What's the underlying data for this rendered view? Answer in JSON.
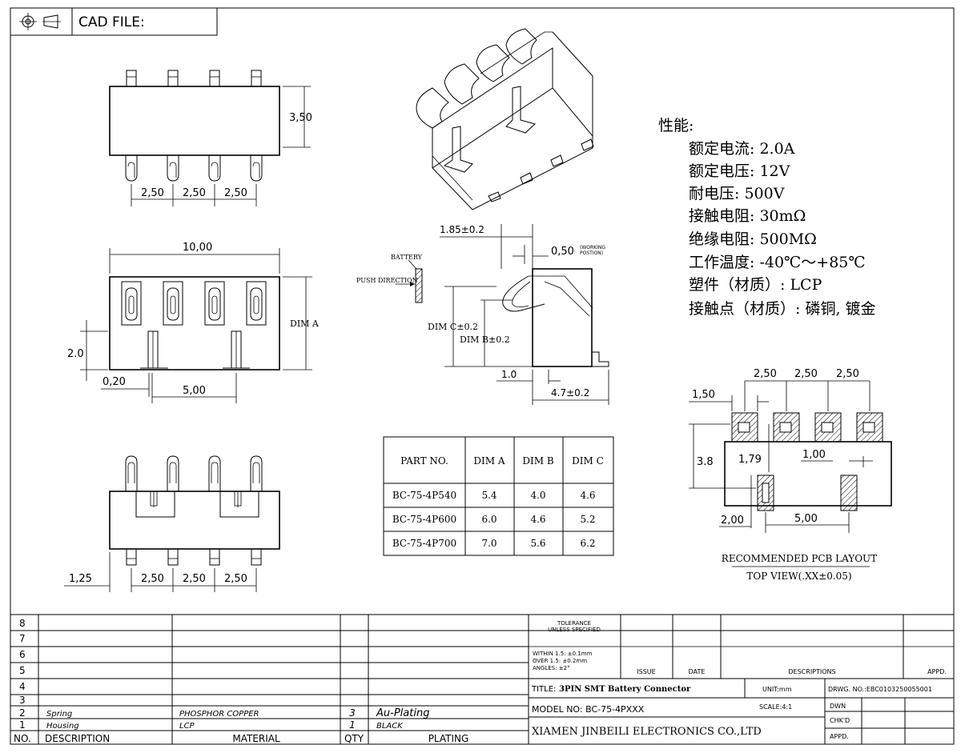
{
  "header": {
    "cad_file_label": "CAD FILE:"
  },
  "top_view": {
    "dim_height": "3,50",
    "pitch_1": "2,50",
    "pitch_2": "2,50",
    "pitch_3": "2,50"
  },
  "front_view": {
    "dim_width": "10,00",
    "dim_a": "DIM A",
    "dim_2": "2.0",
    "dim_020": "0,20",
    "dim_500": "5,00"
  },
  "bottom_view": {
    "dim_125": "1,25",
    "pitch_1": "2,50",
    "pitch_2": "2,50",
    "pitch_3": "2,50"
  },
  "side_view": {
    "dim_185": "1.85±0.2",
    "dim_050": "0,50",
    "working_1": "(WORKING",
    "working_2": "POSTION)",
    "battery": "BATTERY",
    "push": "PUSH DIRECTION",
    "dim_c": "DIM C±0.2",
    "dim_b": "DIM B±0.2",
    "dim_10": "1.0",
    "dim_47": "4.7±0.2"
  },
  "specs": {
    "title": "性能:",
    "items": [
      "额定电流: 2.0A",
      "额定电压: 12V",
      "耐电压: 500V",
      "接触电阻: 30mΩ",
      "绝缘电阻: 500MΩ",
      "工作温度: -40℃～+85℃",
      "塑件（材质）: LCP",
      "接触点（材质）: 磷铜, 镀金"
    ]
  },
  "dim_table": {
    "headers": [
      "PART NO.",
      "DIM A",
      "DIM B",
      "DIM C"
    ],
    "rows": [
      [
        "BC-75-4P540",
        "5.4",
        "4.0",
        "4.6"
      ],
      [
        "BC-75-4P600",
        "6.0",
        "4.6",
        "5.2"
      ],
      [
        "BC-75-4P700",
        "7.0",
        "5.6",
        "6.2"
      ]
    ]
  },
  "pcb_layout": {
    "d_250a": "2,50",
    "d_250b": "2,50",
    "d_250c": "2,50",
    "d_150": "1,50",
    "d_38": "3.8",
    "d_179": "1,79",
    "d_100": "1,00",
    "d_200": "2,00",
    "d_500": "5,00",
    "caption_1": "RECOMMENDED PCB LAYOUT",
    "caption_2": "TOP VIEW(.XX±0.05)"
  },
  "title_block": {
    "rows": [
      {
        "no": "8",
        "desc": "",
        "mat": "",
        "qty": "",
        "plating": ""
      },
      {
        "no": "7",
        "desc": "",
        "mat": "",
        "qty": "",
        "plating": ""
      },
      {
        "no": "6",
        "desc": "",
        "mat": "",
        "qty": "",
        "plating": ""
      },
      {
        "no": "5",
        "desc": "",
        "mat": "",
        "qty": "",
        "plating": ""
      },
      {
        "no": "4",
        "desc": "",
        "mat": "",
        "qty": "",
        "plating": ""
      },
      {
        "no": "3",
        "desc": "",
        "mat": "",
        "qty": "",
        "plating": ""
      },
      {
        "no": "2",
        "desc": "Spring",
        "mat": "PHOSPHOR COPPER",
        "qty": "3",
        "plating": "Au-Plating"
      },
      {
        "no": "1",
        "desc": "Housing",
        "mat": "LCP",
        "qty": "1",
        "plating": "BLACK"
      }
    ],
    "col_no": "NO.",
    "col_desc": "DESCRIPTION",
    "col_mat": "MATERIAL",
    "col_qty": "QTY",
    "col_plating": "PLATING",
    "tol_1": "TOLERANCE",
    "tol_2": "UNLESS SPECIFIED",
    "tol_3": "WITHIN 1.5: ±0.1mm",
    "tol_4": "OVER 1.5: ±0.2mm",
    "tol_5": "ANGLES: ±2°",
    "issue": "ISSUE",
    "date": "DATE",
    "descriptions": "DESCRIPTIONS",
    "appd": "APPD.",
    "title_label": "TITLE:",
    "title_value": "3PIN SMT Battery Connector",
    "unit": "UNIT:mm",
    "drwg": "DRWG. NO.:EBC0103250055001",
    "model": "MODEL NO: BC-75-4PXXX",
    "scale": "SCALE:4:1",
    "dwn": "DWN",
    "company": "XIAMEN JINBEILI ELECTRONICS CO.,LTD",
    "chkd": "CHK'D",
    "appd2": "APPD."
  }
}
